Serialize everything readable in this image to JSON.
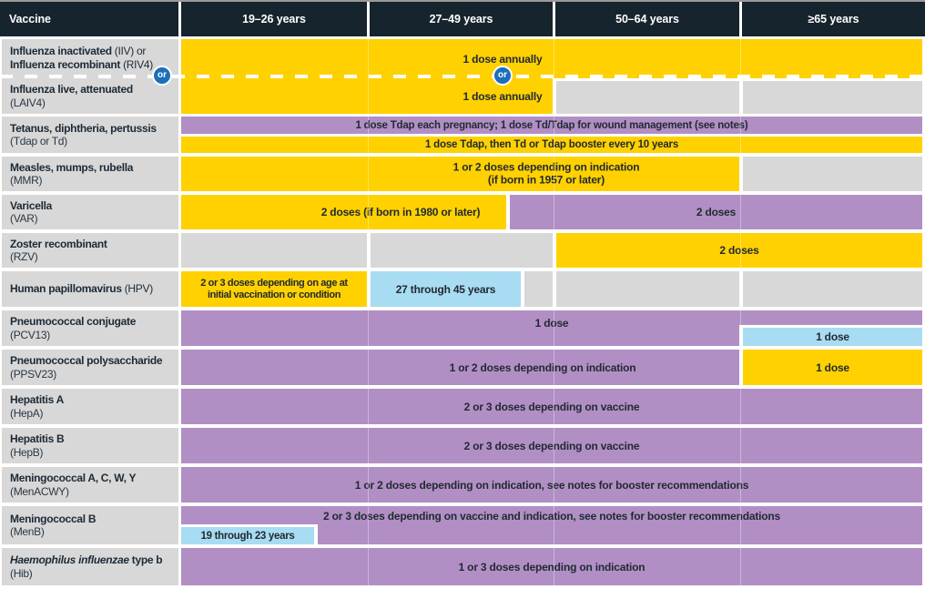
{
  "header": {
    "vaccine": "Vaccine",
    "age_groups": [
      "19–26 years",
      "27–49 years",
      "50–64 years",
      "≥65 years"
    ]
  },
  "or_label": "or",
  "colors": {
    "header_navy": "#16242E",
    "yellow": "#FFD100",
    "purple": "#B18FC5",
    "blue": "#A8DCF2",
    "gray": "#D8D8D8",
    "or_badge_blue": "#1C6FB8"
  },
  "rows": {
    "flu1": {
      "line1_b": "Influenza inactivated",
      "line1_n": " (IIV) or",
      "line2_b": "Influenza recombinant",
      "line2_n": " (RIV4)",
      "bar": "1 dose annually"
    },
    "flu2": {
      "line1_b": "Influenza live, attenuated",
      "line2_n": "(LAIV4)",
      "bar": "1 dose annually"
    },
    "tdap": {
      "line1_b": "Tetanus, diphtheria, pertussis",
      "line2_n": "(Tdap or Td)",
      "bar_purple": "1 dose Tdap each pregnancy; 1 dose Td/Tdap for wound management (see notes)",
      "bar_yellow": "1 dose Tdap, then Td or Tdap booster every 10 years"
    },
    "mmr": {
      "line1_b": "Measles, mumps, rubella",
      "line2_n": "(MMR)",
      "bar_line1": "1 or 2 doses depending on indication",
      "bar_line2": "(if born in 1957 or later)"
    },
    "var": {
      "line1_b": "Varicella",
      "line2_n": "(VAR)",
      "bar_yellow": "2 doses (if born in 1980 or later)",
      "bar_purple": "2 doses"
    },
    "rzv": {
      "line1_b": "Zoster recombinant",
      "line2_n": "(RZV)",
      "bar_yellow": "2 doses"
    },
    "hpv": {
      "line1_b": "Human papillomavirus",
      "line1_n": " (HPV)",
      "bar_yellow_line1": "2 or 3 doses depending on age at",
      "bar_yellow_line2": "initial vaccination or condition",
      "bar_blue": "27 through 45 years"
    },
    "pcv13": {
      "line1_b": "Pneumococcal conjugate",
      "line2_n": "(PCV13)",
      "bar_purple": "1 dose",
      "bar_blue": "1 dose"
    },
    "ppsv23": {
      "line1_b": "Pneumococcal polysaccharide",
      "line2_n": "(PPSV23)",
      "bar_purple": "1 or 2 doses depending on indication",
      "bar_yellow": "1 dose"
    },
    "hepa": {
      "line1_b": "Hepatitis A",
      "line2_n": "(HepA)",
      "bar": "2 or 3 doses depending on vaccine"
    },
    "hepb": {
      "line1_b": "Hepatitis B",
      "line2_n": "(HepB)",
      "bar": "2 or 3 doses depending on vaccine"
    },
    "menacwy": {
      "line1_b": "Meningococcal A, C, W, Y",
      "line2_n": "(MenACWY)",
      "bar": "1 or 2 doses depending on indication, see notes for booster recommendations"
    },
    "menb": {
      "line1_b": "Meningococcal B",
      "line2_n": "(MenB)",
      "bar_purple": "2 or 3 doses depending on vaccine and indication, see notes for booster recommendations",
      "bar_blue": "19 through 23 years"
    },
    "hib": {
      "line1_bi": "Haemophilus influenzae",
      "line1_b": " type b",
      "line2_n": "(Hib)",
      "bar": "1 or 3 doses depending on indication"
    }
  },
  "chart_data": {
    "type": "table",
    "columns": [
      "Vaccine",
      "19–26 years",
      "27–49 years",
      "50–64 years",
      "≥65 years"
    ],
    "rows": [
      {
        "vaccine": "Influenza inactivated (IIV) or Influenza recombinant (RIV4)",
        "cells": [
          {
            "ages": "19 through ≥65 years",
            "style": "yellow",
            "text": "1 dose annually"
          }
        ]
      },
      {
        "vaccine": "Influenza live, attenuated (LAIV4)",
        "cells": [
          {
            "ages": "19 through 49 years",
            "style": "yellow",
            "text": "1 dose annually"
          },
          {
            "ages": "50 through ≥65 years",
            "style": "gray",
            "text": ""
          }
        ]
      },
      {
        "vaccine": "Tetanus, diphtheria, pertussis (Tdap or Td)",
        "cells": [
          {
            "ages": "19 through ≥65 years",
            "style": "purple",
            "text": "1 dose Tdap each pregnancy; 1 dose Td/Tdap for wound management (see notes)"
          },
          {
            "ages": "19 through ≥65 years",
            "style": "yellow",
            "text": "1 dose Tdap, then Td or Tdap booster every 10 years"
          }
        ]
      },
      {
        "vaccine": "Measles, mumps, rubella (MMR)",
        "cells": [
          {
            "ages": "19 through 64 years",
            "style": "yellow",
            "text": "1 or 2 doses depending on indication (if born in 1957 or later)"
          },
          {
            "ages": "≥65 years",
            "style": "gray",
            "text": ""
          }
        ]
      },
      {
        "vaccine": "Varicella (VAR)",
        "cells": [
          {
            "ages": "19 through 49 years",
            "style": "yellow",
            "text": "2 doses (if born in 1980 or later)"
          },
          {
            "ages": "50 through ≥65 years",
            "style": "purple",
            "text": "2 doses"
          }
        ]
      },
      {
        "vaccine": "Zoster recombinant (RZV)",
        "cells": [
          {
            "ages": "19 through 49 years",
            "style": "gray",
            "text": ""
          },
          {
            "ages": "50 through ≥65 years",
            "style": "yellow",
            "text": "2 doses"
          }
        ]
      },
      {
        "vaccine": "Human papillomavirus (HPV)",
        "cells": [
          {
            "ages": "19 through 26 years",
            "style": "yellow",
            "text": "2 or 3 doses depending on age at initial vaccination or condition"
          },
          {
            "ages": "27 through 45 years",
            "style": "blue",
            "text": "27 through 45 years"
          },
          {
            "ages": "46 through ≥65 years",
            "style": "gray",
            "text": ""
          }
        ]
      },
      {
        "vaccine": "Pneumococcal conjugate (PCV13)",
        "cells": [
          {
            "ages": "19 through ≥65 years",
            "style": "purple",
            "text": "1 dose"
          },
          {
            "ages": "≥65 years",
            "style": "blue",
            "text": "1 dose"
          }
        ]
      },
      {
        "vaccine": "Pneumococcal polysaccharide (PPSV23)",
        "cells": [
          {
            "ages": "19 through 64 years",
            "style": "purple",
            "text": "1 or 2 doses depending on indication"
          },
          {
            "ages": "≥65 years",
            "style": "yellow",
            "text": "1 dose"
          }
        ]
      },
      {
        "vaccine": "Hepatitis A (HepA)",
        "cells": [
          {
            "ages": "19 through ≥65 years",
            "style": "purple",
            "text": "2 or 3 doses depending on vaccine"
          }
        ]
      },
      {
        "vaccine": "Hepatitis B (HepB)",
        "cells": [
          {
            "ages": "19 through ≥65 years",
            "style": "purple",
            "text": "2 or 3 doses depending on vaccine"
          }
        ]
      },
      {
        "vaccine": "Meningococcal A, C, W, Y (MenACWY)",
        "cells": [
          {
            "ages": "19 through ≥65 years",
            "style": "purple",
            "text": "1 or 2 doses depending on indication, see notes for booster recommendations"
          }
        ]
      },
      {
        "vaccine": "Meningococcal B (MenB)",
        "cells": [
          {
            "ages": "19 through ≥65 years",
            "style": "purple",
            "text": "2 or 3 doses depending on vaccine and indication, see notes for booster recommendations"
          },
          {
            "ages": "19 through 23 years",
            "style": "blue",
            "text": "19 through 23 years"
          }
        ]
      },
      {
        "vaccine": "Haemophilus influenzae type b (Hib)",
        "cells": [
          {
            "ages": "19 through ≥65 years",
            "style": "purple",
            "text": "1 or 3 doses depending on indication"
          }
        ]
      }
    ]
  }
}
